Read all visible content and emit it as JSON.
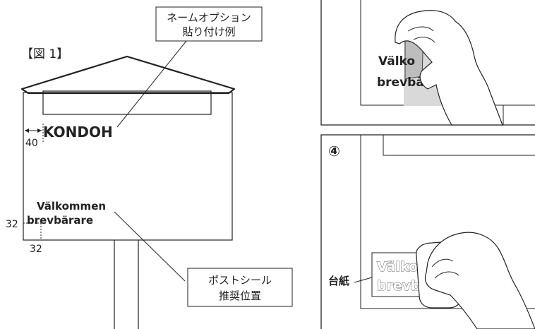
{
  "figure_label": "【図 1】",
  "name_option_callout": {
    "line1": "ネームオプション",
    "line2": "貼り付け例"
  },
  "nameplate_text": "KONDOH",
  "dimensions": {
    "name_offset": "40",
    "sticker_left": "32",
    "sticker_bottom": "32"
  },
  "sticker_text": {
    "line1": "Välkommen",
    "line2": "brevbärare"
  },
  "post_sticker_callout": {
    "line1": "ポストシール",
    "line2": "推奨位置"
  },
  "panel_top": {
    "line1": "Välko",
    "line2": "brevbä"
  },
  "panel_bottom": {
    "step_marker": "④",
    "mount_label": "台紙",
    "line1": "Välko",
    "line2": "brevbä"
  }
}
